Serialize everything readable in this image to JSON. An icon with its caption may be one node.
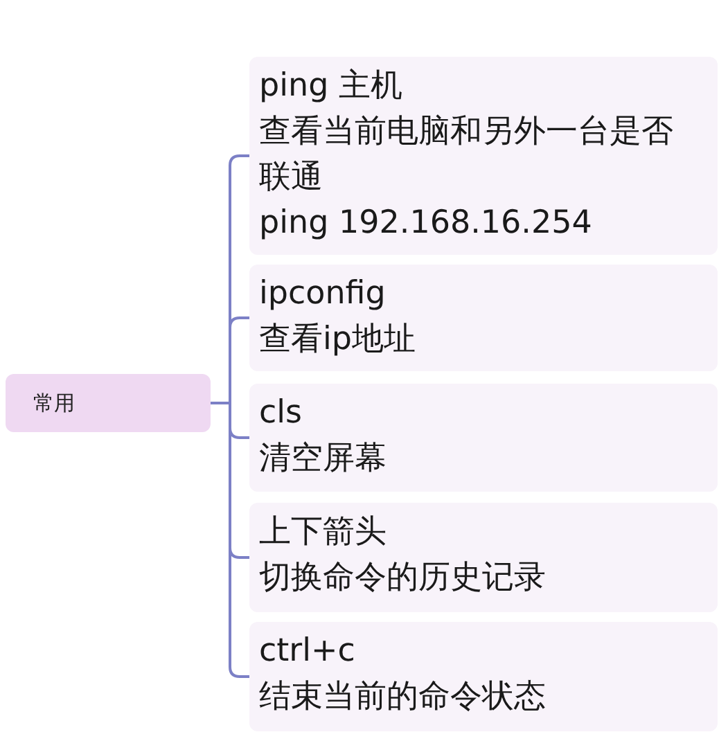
{
  "diagram": {
    "nodes": [
      {
        "text": [
          "常用"
        ]
      },
      {
        "text": [
          "ping 主机",
          "查看当前电脑和另外一台是否联通",
          "ping 192.168.16.254"
        ]
      },
      {
        "text": [
          "ipconfig",
          "查看ip地址"
        ]
      },
      {
        "text": [
          "cls",
          "清空屏幕"
        ]
      },
      {
        "text": [
          "上下箭头",
          "切换命令的历史记录"
        ]
      },
      {
        "text": [
          "ctrl+c",
          "结束当前的命令状态"
        ]
      }
    ],
    "edges": [
      {
        "from": 0,
        "to": 1,
        "arrow": "none"
      },
      {
        "from": 0,
        "to": 2,
        "arrow": "none"
      },
      {
        "from": 0,
        "to": 3,
        "arrow": "none"
      },
      {
        "from": 0,
        "to": 4,
        "arrow": "none"
      },
      {
        "from": 0,
        "to": 5,
        "arrow": "none"
      }
    ]
  }
}
